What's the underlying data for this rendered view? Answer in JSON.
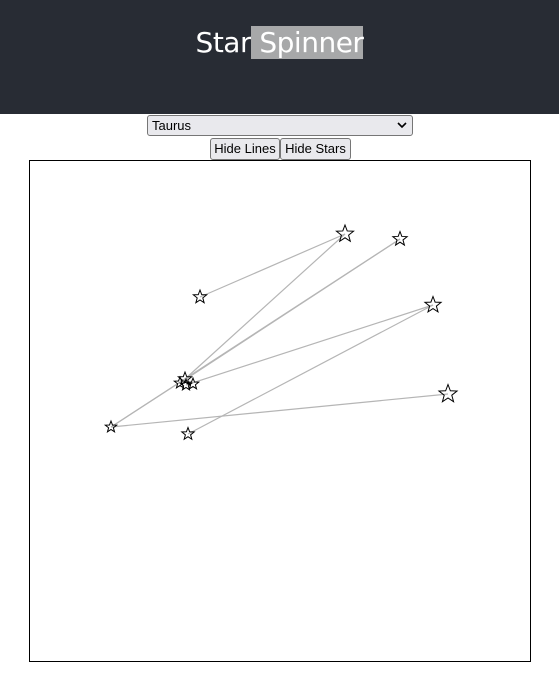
{
  "header": {
    "title_part1": "Star",
    "title_part2": " Spinner",
    "background": "#282c34",
    "highlight": "#a7a8a9"
  },
  "controls": {
    "constellation_select": {
      "value": "Taurus",
      "icon": "chevron-down-icon"
    },
    "hide_lines_label": "Hide Lines",
    "hide_stars_label": "Hide Stars"
  },
  "constellation": {
    "name": "Taurus",
    "line_color": "#b5b5b5",
    "star_stroke": "#000000",
    "star_icon": "star-outline-icon"
  }
}
